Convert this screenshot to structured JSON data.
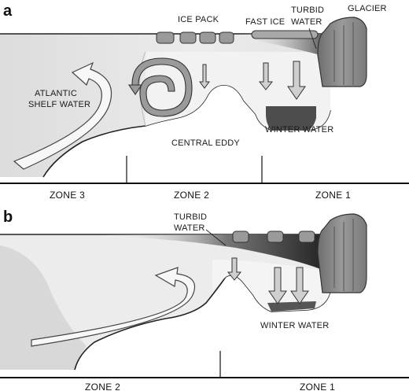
{
  "panel_a": {
    "letter": "a",
    "labels": {
      "ice_pack": "ICE PACK",
      "fast_ice": "FAST ICE",
      "turbid_water_line1": "TURBID",
      "turbid_water_line2": "WATER",
      "glacier": "GLACIER",
      "atlantic_line1": "ATLANTIC",
      "atlantic_line2": "SHELF WATER",
      "winter_water": "WINTER WATER",
      "central_eddy": "CENTRAL EDDY"
    },
    "zones": [
      "ZONE 3",
      "ZONE 2",
      "ZONE 1"
    ]
  },
  "panel_b": {
    "letter": "b",
    "labels": {
      "turbid_water_line1": "TURBID",
      "turbid_water_line2": "WATER",
      "winter_water": "WINTER WATER"
    },
    "zones": [
      "ZONE 2",
      "ZONE 1"
    ]
  },
  "colors": {
    "water_light": "#ebebeb",
    "water_mid": "#c9c9c9",
    "glacier": "#8a8a8a",
    "winter_water": "#4a4a4a",
    "arrow_fill": "#c4c4c4",
    "outline": "#222222"
  }
}
